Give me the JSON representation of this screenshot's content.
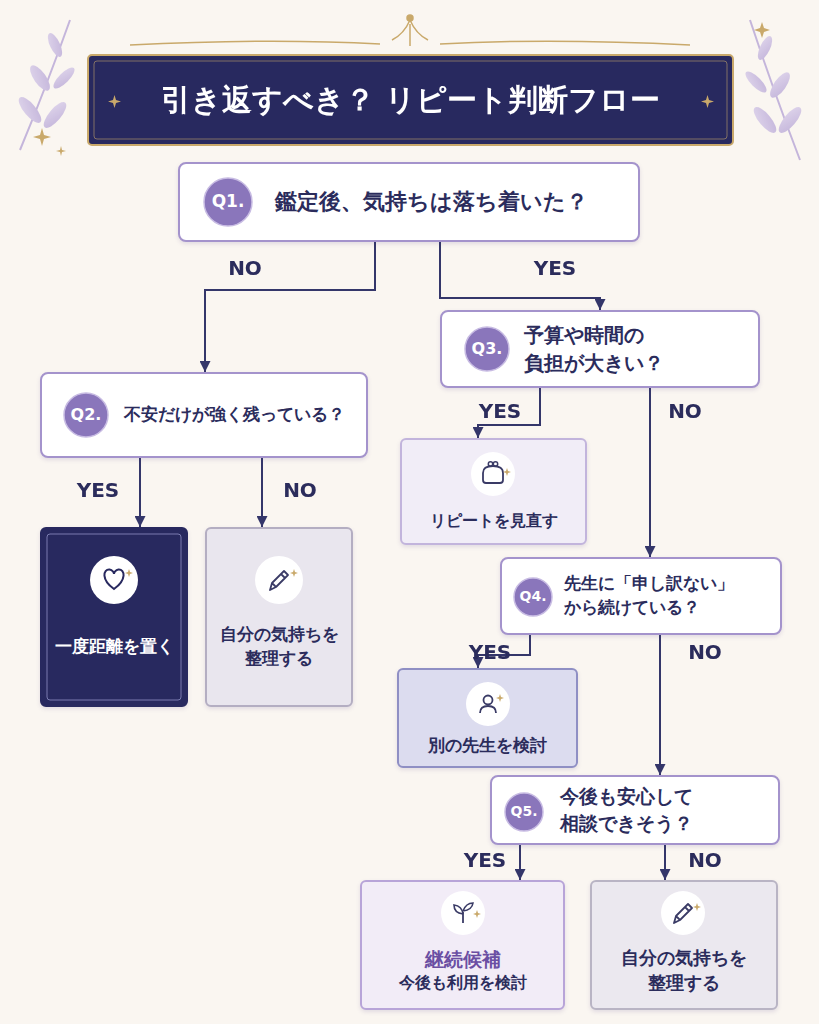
{
  "diagram": {
    "title": "引き返すべき？ リピート判断フロー",
    "nodes": [
      {
        "text": [
          "鑑定後、気持ちは落ち着いた？"
        ]
      },
      {
        "text": [
          "Q1."
        ],
        "in": 0
      },
      {
        "text": [
          "予算や時間の 負担が大きい？"
        ]
      },
      {
        "text": [
          "Q3."
        ],
        "in": 2
      },
      {
        "text": [
          "不安だけが強く残っている？"
        ]
      },
      {
        "text": [
          "Q2."
        ],
        "in": 4
      },
      {
        "text": [
          "リピートを見直す"
        ]
      },
      {
        "text": [
          "一度距離を置く"
        ]
      },
      {
        "text": [
          "自分の気持ちを 整理する"
        ]
      },
      {
        "text": [
          "先生に「申し訳ない」 から続けている？"
        ]
      },
      {
        "text": [
          "Q4."
        ],
        "in": 9
      },
      {
        "text": [
          "別の先生を検討"
        ]
      },
      {
        "text": [
          "今後も安心して 相談できそう？"
        ]
      },
      {
        "text": [
          "Q5."
        ],
        "in": 12
      },
      {
        "text": [
          "継続候補",
          "今後も利用を検討"
        ]
      },
      {
        "text": [
          "自分の気持ちを 整理する"
        ]
      }
    ],
    "edges": [
      {
        "from": 0,
        "to": 4,
        "label": "NO",
        "arrow": "to"
      },
      {
        "from": 0,
        "to": 2,
        "label": "YES",
        "arrow": "to"
      },
      {
        "from": 4,
        "to": 7,
        "label": "YES",
        "arrow": "to"
      },
      {
        "from": 4,
        "to": 8,
        "label": "NO",
        "arrow": "to"
      },
      {
        "from": 2,
        "to": 6,
        "label": "YES",
        "arrow": "to"
      },
      {
        "from": 2,
        "to": 9,
        "label": "NO",
        "arrow": "to"
      },
      {
        "from": 9,
        "to": 11,
        "label": "YES",
        "arrow": "to"
      },
      {
        "from": 9,
        "to": 12,
        "label": "NO",
        "arrow": "to"
      },
      {
        "from": 12,
        "to": 14,
        "label": "YES",
        "arrow": "to"
      },
      {
        "from": 12,
        "to": 15,
        "label": "NO",
        "arrow": "to"
      }
    ]
  }
}
